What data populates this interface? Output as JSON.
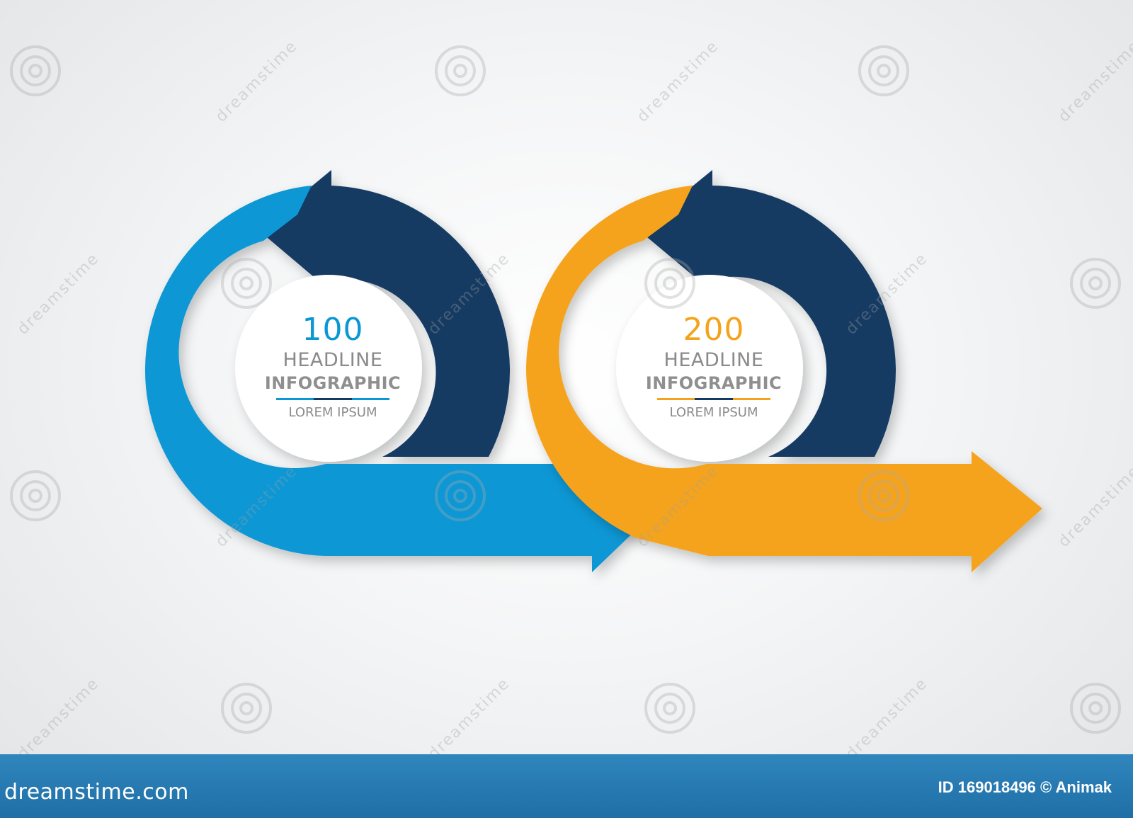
{
  "colors": {
    "blue": "#0a97d5",
    "orange": "#f5a31a",
    "navy": "#133a63",
    "footer_bg": "#2273ab"
  },
  "watermark": {
    "text": "dreamstime",
    "icon": "spiral-logo-icon"
  },
  "items": [
    {
      "number": "100",
      "headline": "HEADLINE",
      "subheadline": "INFOGRAPHIC",
      "caption": "LOREM IPSUM",
      "accent": "#0a97d5"
    },
    {
      "number": "200",
      "headline": "HEADLINE",
      "subheadline": "INFOGRAPHIC",
      "caption": "LOREM IPSUM",
      "accent": "#f5a31a"
    }
  ],
  "footer": {
    "site": "dreamstime.com",
    "credit": "ID 169018496 © Animak"
  }
}
